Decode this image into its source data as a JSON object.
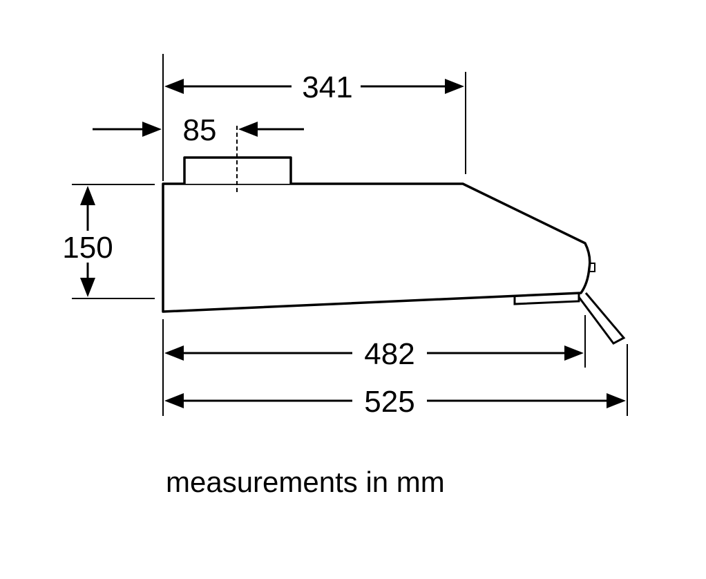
{
  "dimensions": {
    "width_top": "341",
    "outlet_offset": "85",
    "height": "150",
    "depth_body": "482",
    "depth_total": "525"
  },
  "caption": "measurements in mm"
}
